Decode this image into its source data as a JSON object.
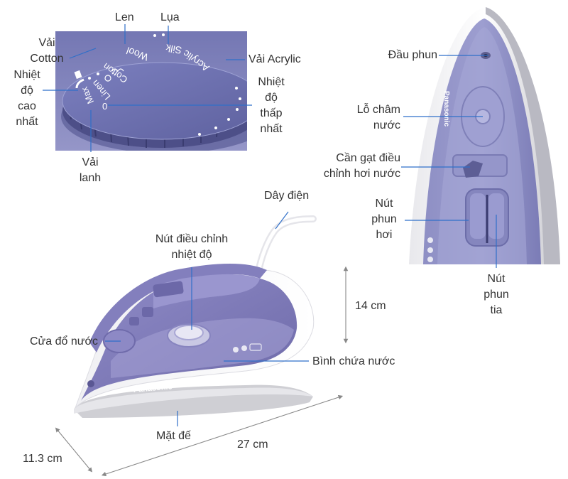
{
  "dial_labels": {
    "len": "Len",
    "lua": "Lụa",
    "vai_cotton": "Vải\nCotton",
    "vai_acrylic": "Vải Acrylic",
    "nhiet_do_cao_nhat": "Nhiệt\nđộ\ncao\nnhất",
    "nhiet_do_thap_nhat": "Nhiệt\nđộ\nthấp\nnhất",
    "vai_lanh": "Vải\nlanh"
  },
  "dial_print": {
    "wool": "Wool",
    "silk": "Silk",
    "acrylic": "Acrylic",
    "cotton": "Cotton",
    "linen": "Linen",
    "max": "Max",
    "zero": "0"
  },
  "top_labels": {
    "dau_phun": "Đầu phun",
    "lo_cham_nuoc": "Lỗ châm\nnước",
    "can_gat": "Cần gạt điều\nchỉnh hơi nước",
    "nut_phun_hoi": "Nút\nphun\nhơi",
    "nut_phun_tia": "Nút\nphun\ntia",
    "brand_print": "Panasonic"
  },
  "side_labels": {
    "day_dien": "Dây điện",
    "nut_dieu_chinh": "Nút điều chỉnh\nnhiệt độ",
    "cua_do_nuoc": "Cửa đổ nước",
    "binh_chua_nuoc": "Bình chứa nước",
    "mat_de": "Mặt đế",
    "brand_print": "Panasonic"
  },
  "dimensions": {
    "height": "14 cm",
    "length": "27 cm",
    "width": "11.3 cm"
  },
  "colors": {
    "body_purple": "#8d88c4",
    "body_dark": "#6f69ad",
    "white_shell": "#f4f4f6",
    "leader_blue": "#2f6fc9",
    "dial_bg": "#7e7fb8"
  }
}
